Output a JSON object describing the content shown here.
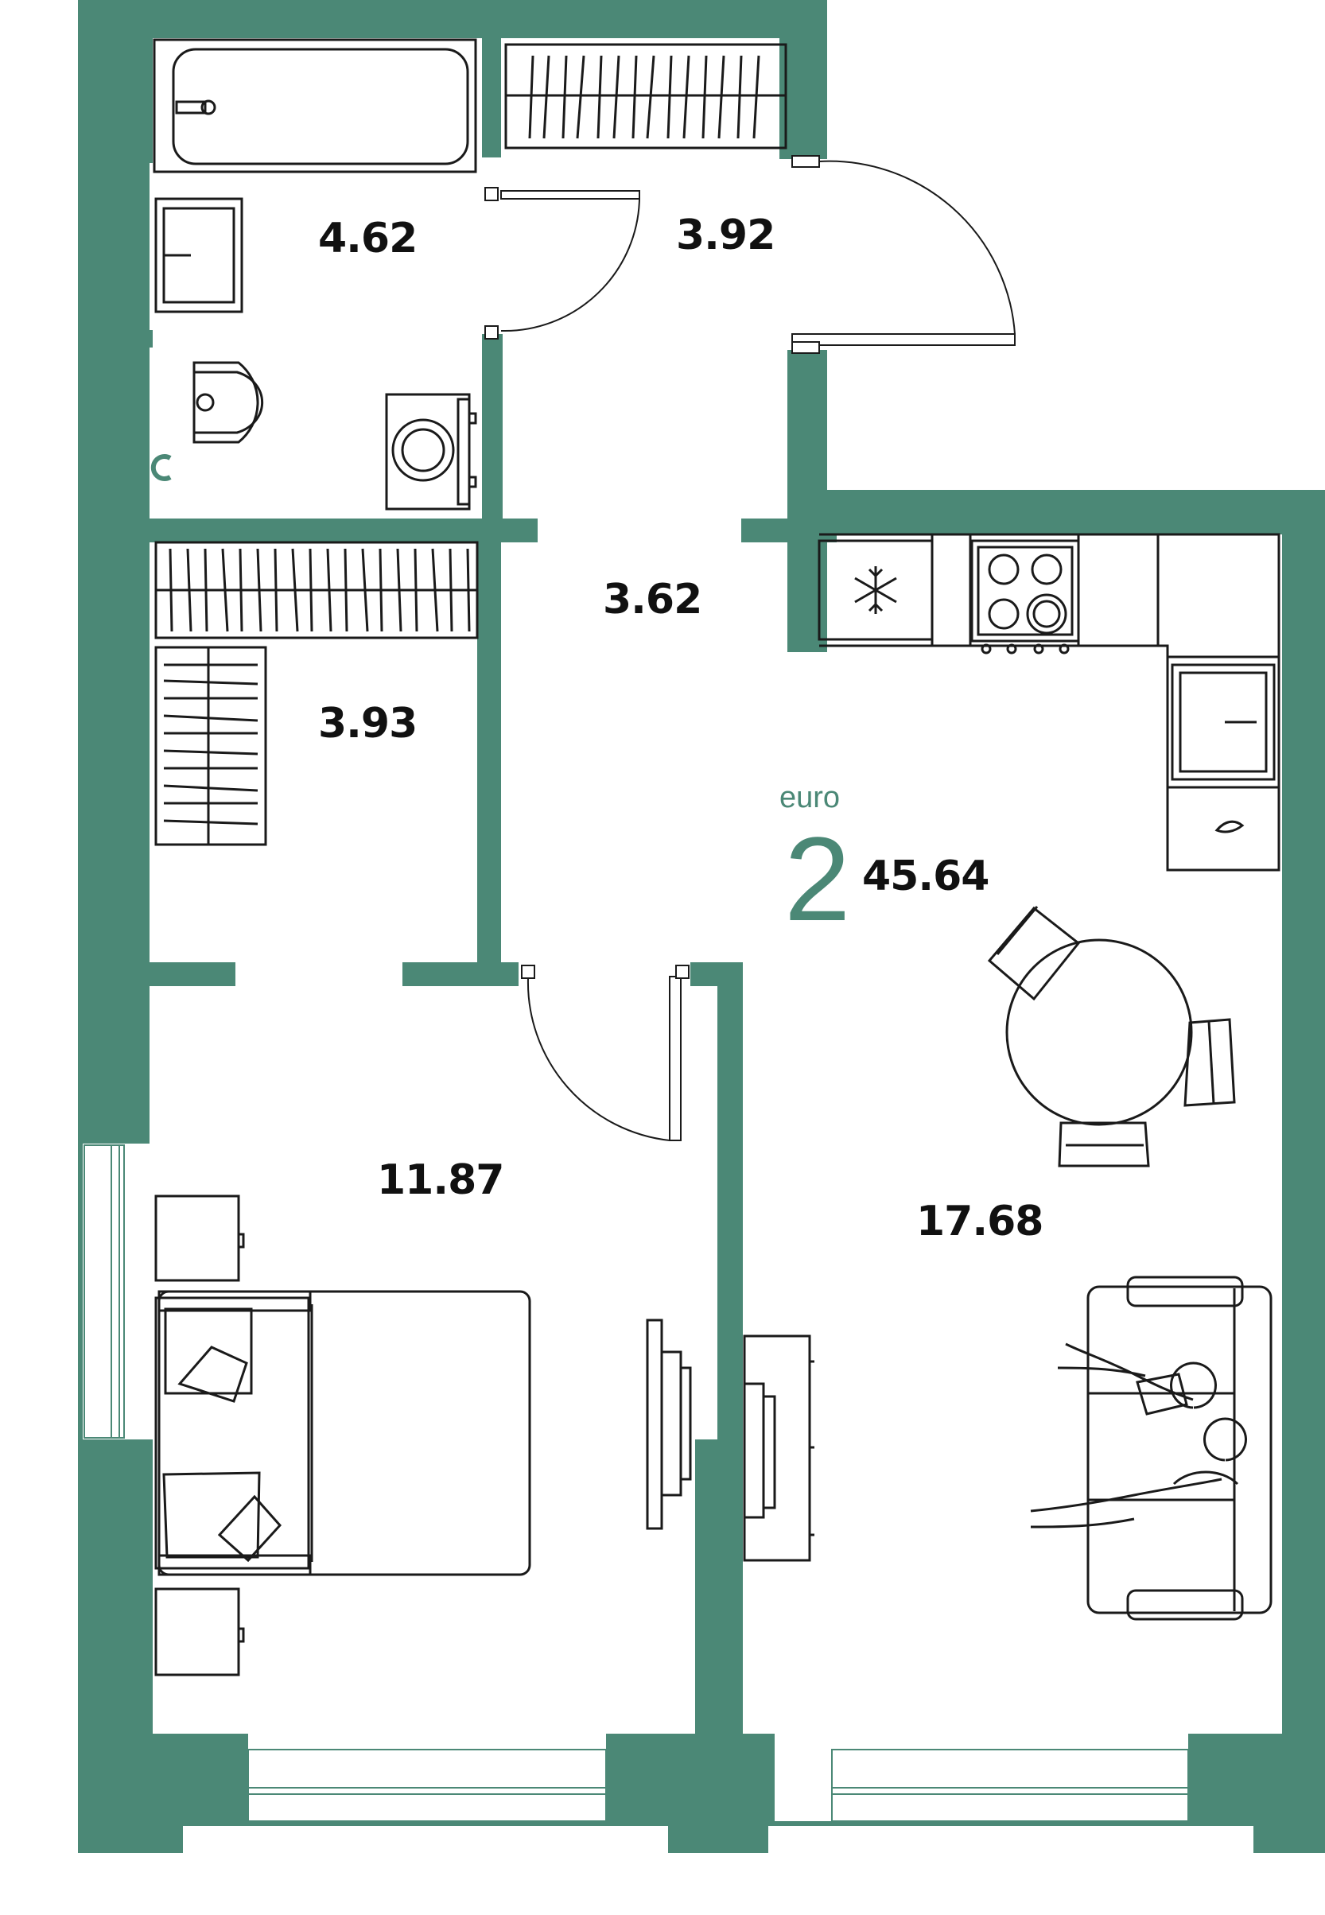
{
  "colors": {
    "wall": "#4b8876",
    "line": "#1a1a1a",
    "accent": "#4b8876"
  },
  "apartment": {
    "type_label": "euro",
    "rooms_count": "2",
    "total_area": "45.64"
  },
  "rooms": {
    "bathroom": {
      "area": "4.62"
    },
    "hallway": {
      "area": "3.92"
    },
    "corridor": {
      "area": "3.62"
    },
    "closet": {
      "area": "3.93"
    },
    "bedroom": {
      "area": "11.87"
    },
    "kitchen_living": {
      "area": "17.68"
    }
  },
  "icons": [
    "bathtub-icon",
    "sink-icon",
    "toilet-icon",
    "washing-machine-icon",
    "wardrobe-icon",
    "fridge-icon",
    "stove-icon",
    "kitchen-sink-icon",
    "dining-table-icon",
    "bed-icon",
    "nightstand-icon",
    "tv-icon",
    "sofa-icon",
    "door-icon",
    "window-icon"
  ]
}
